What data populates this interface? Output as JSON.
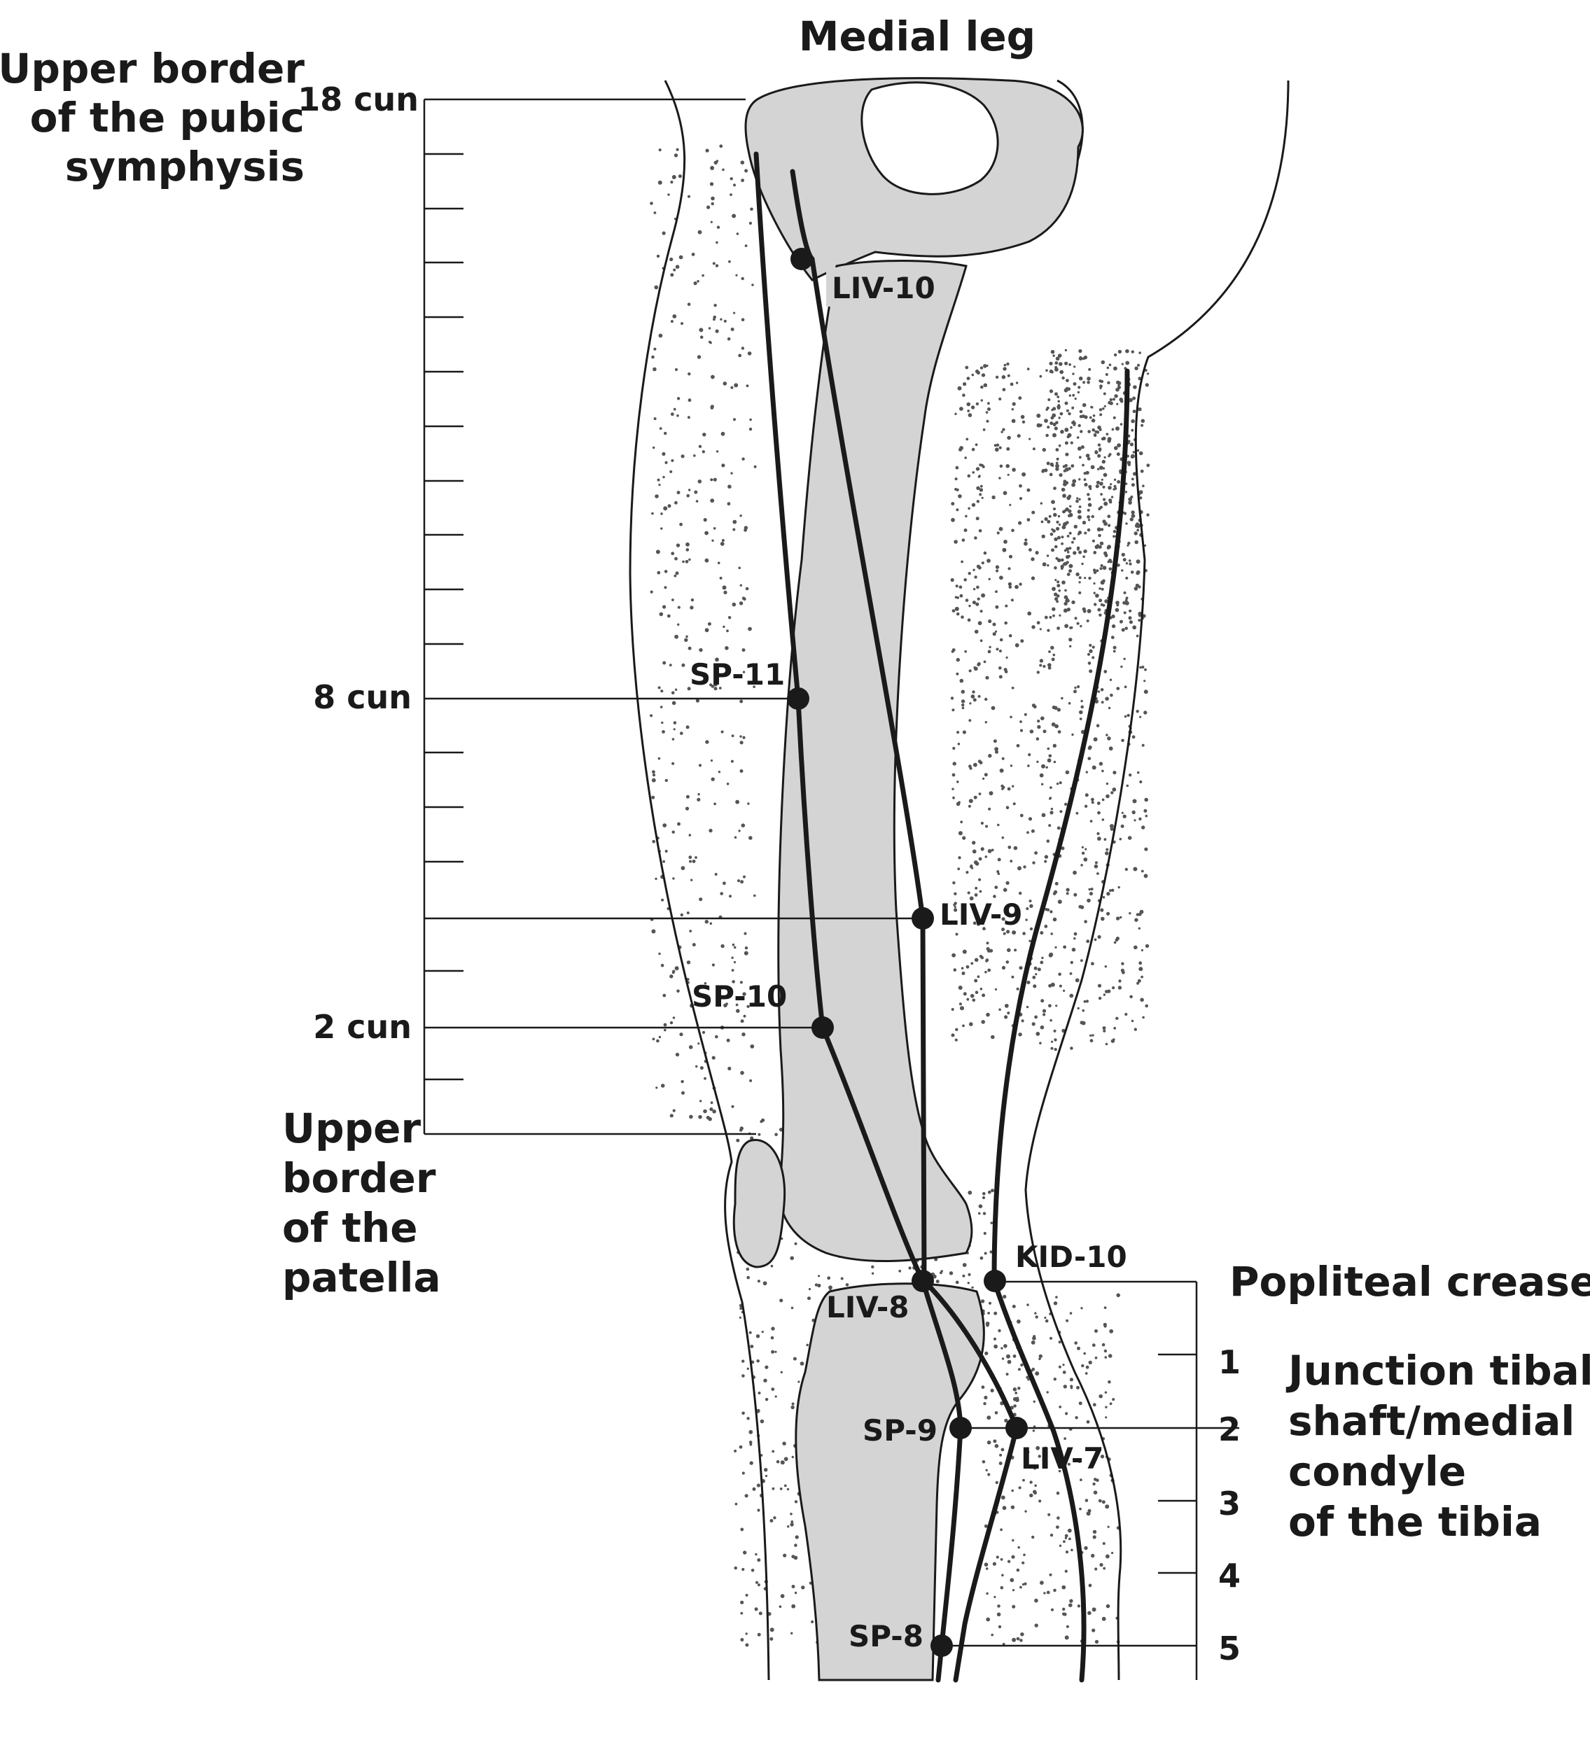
{
  "title": "Medial leg",
  "landmarks": {
    "pubic_symphysis": [
      "Upper border",
      "of the pubic",
      "symphysis"
    ],
    "patella": [
      "Upper",
      "border",
      "of the",
      "patella"
    ],
    "popliteal": "Popliteal crease",
    "tibia": [
      "Junction tibal",
      "shaft/medial",
      "condyle",
      "of the tibia"
    ]
  },
  "thigh_scale": {
    "label_18": "18 cun",
    "label_8": "8 cun",
    "label_2": "2 cun"
  },
  "lower_leg_scale": {
    "labels": [
      "1",
      "2",
      "3",
      "4",
      "5"
    ]
  },
  "points": {
    "liv10": "LIV-10",
    "sp11": "SP-11",
    "liv9": "LIV-9",
    "sp10": "SP-10",
    "kid10": "KID-10",
    "liv8": "LIV-8",
    "sp9": "SP-9",
    "liv7": "LIV-7",
    "sp8": "SP-8"
  },
  "colors": {
    "bone": "#d4d4d4",
    "line": "#1a1a1a",
    "stipple": "#555555"
  }
}
